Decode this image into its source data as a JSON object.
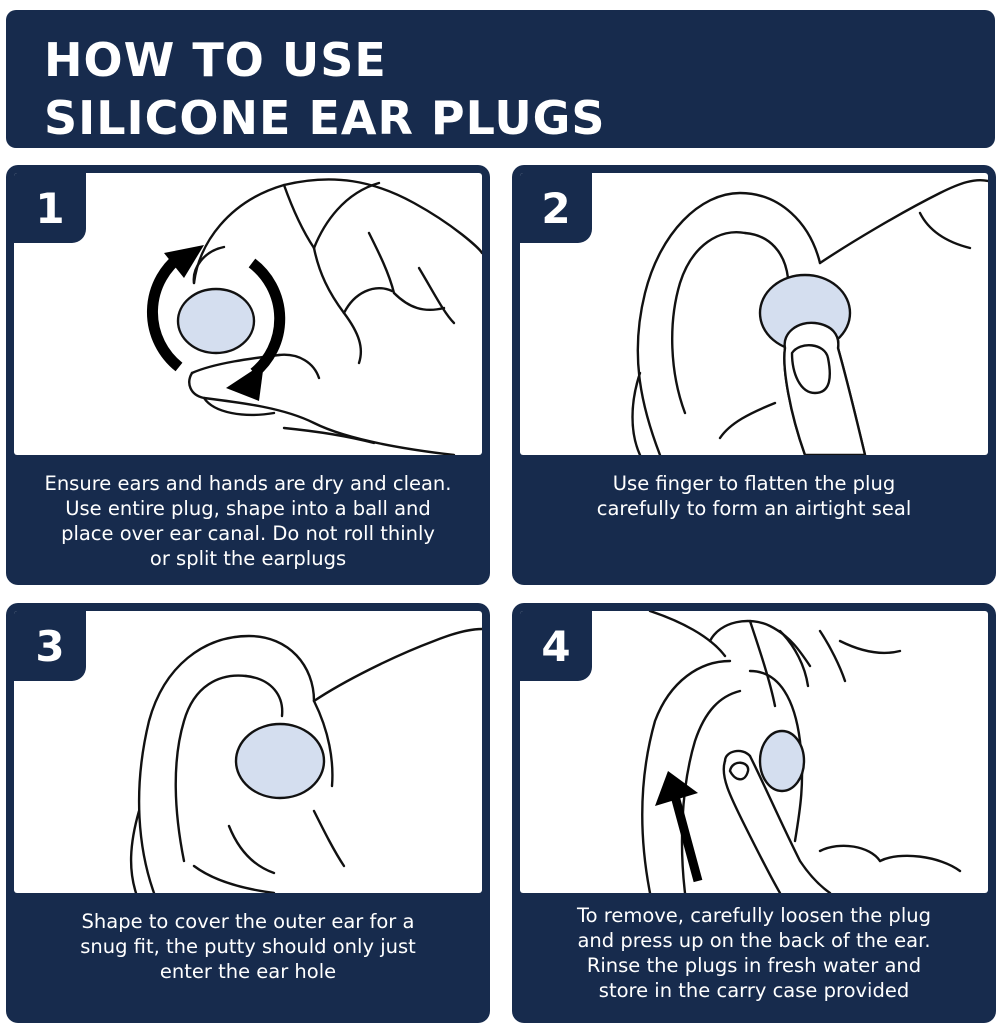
{
  "header": {
    "title_line1": "HOW TO USE",
    "title_line2": "SILICONE EAR PLUGS"
  },
  "colors": {
    "navy": "#172b4d",
    "plug_blue": "#d4deef",
    "ink": "#111111",
    "white": "#ffffff"
  },
  "steps": [
    {
      "number": "1",
      "illustration": "fingers-rolling-plug-with-rotate-arrows",
      "caption_lines": [
        "Ensure ears and hands are dry and clean.",
        "Use entire plug, shape into a ball and",
        "place over ear canal. Do not roll thinly",
        "or split the earplugs"
      ]
    },
    {
      "number": "2",
      "illustration": "finger-pressing-plug-into-ear",
      "caption_lines": [
        "Use finger to flatten the plug",
        "carefully to form an airtight seal"
      ]
    },
    {
      "number": "3",
      "illustration": "ear-with-plug-covering-canal",
      "caption_lines": [
        "Shape to cover the outer ear for a",
        "snug fit, the putty should only just",
        "enter the ear hole"
      ]
    },
    {
      "number": "4",
      "illustration": "hand-pushing-ear-up-to-remove-plug",
      "caption_lines": [
        "To remove, carefully loosen the plug",
        "and press up on the back of the ear.",
        "Rinse the plugs in fresh water and",
        "store in the carry case provided"
      ]
    }
  ]
}
